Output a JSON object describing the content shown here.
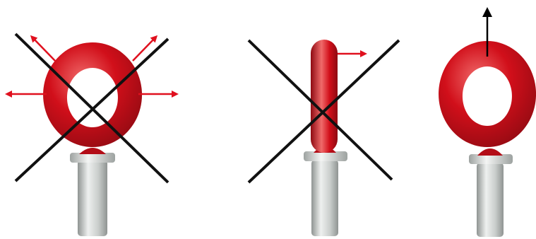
{
  "colors": {
    "ring": "#d10f1a",
    "ring_dark": "#8e0a12",
    "ring_highlight": "#f06a6a",
    "arrow_red": "#e0101e",
    "arrow_black": "#000000",
    "cross": "#111111",
    "shaft": "#c9cdcb",
    "shaft_dark": "#8f9492",
    "shaft_light": "#eef0ef"
  },
  "panels": [
    {
      "id": "side-pull",
      "status": "incorrect",
      "force_direction": "sideways-outward",
      "crossed_out": true,
      "ring_view": "front"
    },
    {
      "id": "lateral-pull",
      "status": "incorrect",
      "force_direction": "perpendicular-to-ring-plane",
      "crossed_out": true,
      "ring_view": "edge-on"
    },
    {
      "id": "axial-pull",
      "status": "correct",
      "force_direction": "straight-up-along-axis",
      "crossed_out": false,
      "ring_view": "front"
    }
  ]
}
